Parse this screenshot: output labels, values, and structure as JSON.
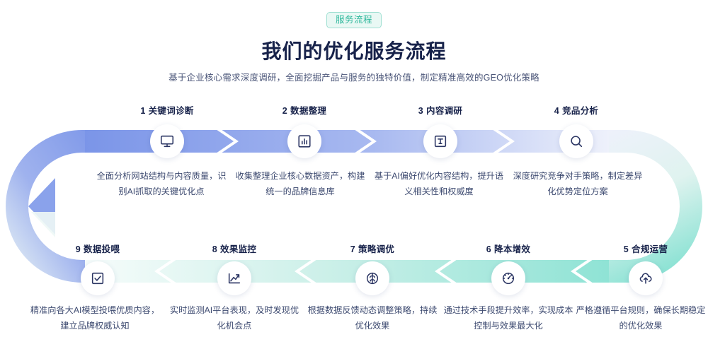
{
  "header": {
    "badge": "服务流程",
    "title": "我们的优化服务流程",
    "subtitle": "基于企业核心需求深度调研，全面挖掘产品与服务的独特价值，制定精准高效的GEO优化策略"
  },
  "colors": {
    "badge_bg": "#e9f8f4",
    "badge_text": "#2fb89c",
    "badge_border": "#9fdfd2",
    "title_text": "#17224a",
    "top_band_start": "#7b95e8",
    "top_band_end": "#f2f4fc",
    "bottom_band_start": "#f4fbfa",
    "bottom_band_end": "#8fe3d5",
    "icon_stroke": "#2b3563"
  },
  "flow": {
    "top_row": [
      {
        "num": "1",
        "name": "关键词诊断",
        "icon": "monitor-icon",
        "desc_line1": "全面分析网站结构与内容质量，识",
        "desc_line2": "别AI抓取的关键优化点"
      },
      {
        "num": "2",
        "name": "数据整理",
        "icon": "bar-chart-icon",
        "desc_line1": "收集整理企业核心数据资产，构建",
        "desc_line2": "统一的品牌信息库"
      },
      {
        "num": "3",
        "name": "内容调研",
        "icon": "text-box-icon",
        "desc_line1": "基于AI偏好优化内容结构，提升语",
        "desc_line2": "义相关性和权威度"
      },
      {
        "num": "4",
        "name": "竞品分析",
        "icon": "search-icon",
        "desc_line1": "深度研究竞争对手策略，制定差异",
        "desc_line2": "化优势定位方案"
      }
    ],
    "bottom_row": [
      {
        "num": "9",
        "name": "数据投喂",
        "icon": "checkbox-icon",
        "desc_line1": "精准向各大AI模型投喂优质内容，",
        "desc_line2": "建立品牌权威认知"
      },
      {
        "num": "8",
        "name": "效果监控",
        "icon": "line-chart-icon",
        "desc_line1": "实时监测AI平台表现，及时发现优",
        "desc_line2": "化机会点"
      },
      {
        "num": "7",
        "name": "策略调优",
        "icon": "brain-icon",
        "desc_line1": "根据数据反馈动态调整策略，持续",
        "desc_line2": "优化效果"
      },
      {
        "num": "6",
        "name": "降本增效",
        "icon": "gauge-icon",
        "desc_line1": "通过技术手段提升效率，实现成本",
        "desc_line2": "控制与效果最大化"
      },
      {
        "num": "5",
        "name": "合规运营",
        "icon": "cloud-upload-icon",
        "desc_line1": "严格遵循平台规则，确保长期稳定",
        "desc_line2": "的优化效果"
      }
    ]
  }
}
